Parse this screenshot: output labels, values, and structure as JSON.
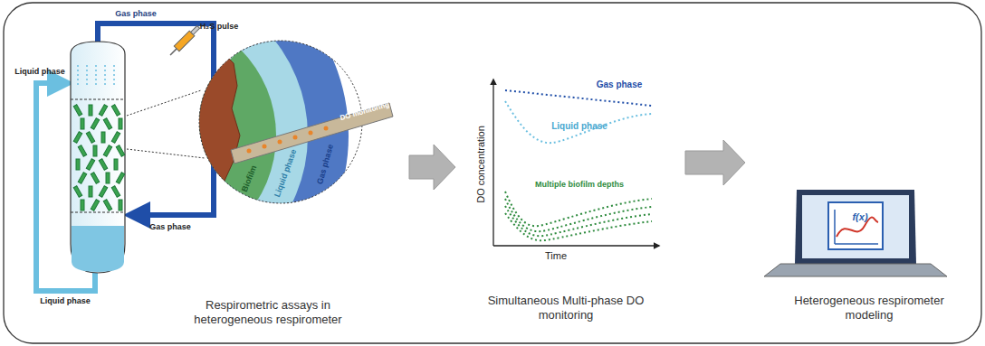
{
  "diagram": {
    "nodes": [
      {
        "text": [
          "Respirometric assays in heterogeneous respirometer"
        ]
      },
      {
        "text": [
          "Simultaneous Multi-phase DO monitoring"
        ]
      },
      {
        "text": [
          "Heterogeneous respirometer modeling"
        ]
      }
    ],
    "edges": [
      {
        "from": 0,
        "to": 1,
        "arrow": "to"
      },
      {
        "from": 1,
        "to": 2,
        "arrow": "to"
      }
    ],
    "labels": [
      "Gas phase",
      "H₂S pulse",
      "Liquid phase",
      "Gas phase",
      "Liquid phase",
      "Biofilm",
      "Liquid phase",
      "Gas phase",
      "DO monitoring",
      "DO concentration",
      "Gas phase",
      "Liquid phase",
      "Multiple biofilm depths",
      "Time",
      "f(x)"
    ]
  }
}
